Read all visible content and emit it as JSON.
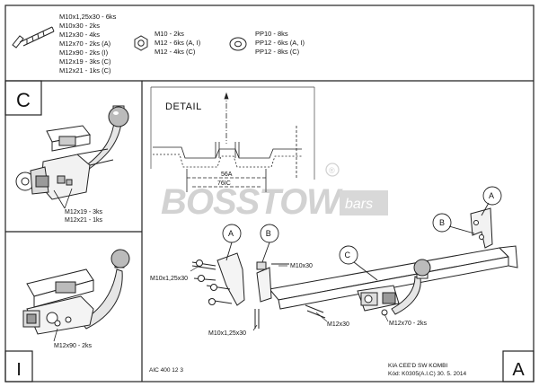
{
  "hardware": {
    "bolt_specs": [
      "M10x1,25x30 - 6ks",
      "M10x30 - 2ks",
      "M12x30 - 4ks",
      "M12x70 - 2ks (A)",
      "M12x90 - 2ks (I)",
      "M12x19 - 3ks (C)",
      "M12x21 - 1ks (C)"
    ],
    "nut_specs": [
      "M10 - 2ks",
      "M12 - 6ks (A, I)",
      "M12 - 4ks (C)"
    ],
    "washer_specs": [
      "PP10 - 8ks",
      "PP12 - 6ks (A, I)",
      "PP12 - 8ks (C)"
    ]
  },
  "panels": {
    "c": {
      "letter": "C",
      "labels": [
        "M12x19 - 3ks",
        "M12x21 - 1ks"
      ]
    },
    "i": {
      "letter": "I",
      "labels": [
        "M12x90 - 2ks"
      ]
    },
    "a": {
      "letter": "A"
    }
  },
  "detail": {
    "title": "DETAIL",
    "dim1": "56A",
    "dim2": "76IC"
  },
  "watermark": {
    "brand": "BOSSTOW",
    "suffix": "bars",
    "reg": "®"
  },
  "callouts": {
    "a": "A",
    "b": "B",
    "c": "C",
    "a2": "A",
    "b2": "B"
  },
  "assembly_labels": {
    "m10x125x30_top": "M10x1,25x30",
    "m10x30": "M10x30",
    "m12x30": "M12x30",
    "m10x125x30_bottom": "M10x1,25x30",
    "m12x70": "M12x70 - 2ks"
  },
  "footer": {
    "code": "AIC 400 12 3",
    "model": "KIA CEE'D SW KOMBI",
    "kod": "Kód: K0305(A.I.C)  30. 5. 2014"
  }
}
